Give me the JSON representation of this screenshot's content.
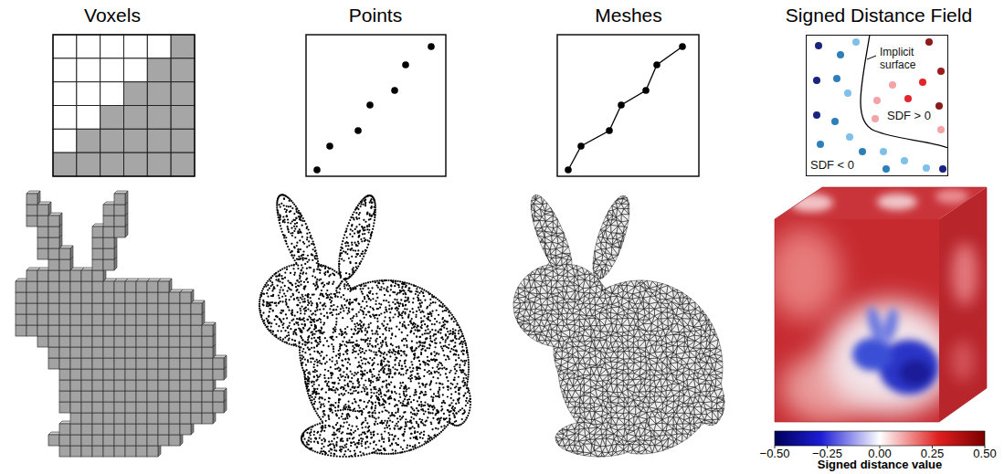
{
  "diagram": {
    "nodes": [
      {
        "text": [
          "Implicit surface",
          "SDF > 0",
          "SDF < 0"
        ]
      }
    ],
    "labels": [
      "Voxels",
      "Points",
      "Meshes",
      "Signed Distance Field",
      "−0.50",
      "−0.25",
      "0.00",
      "0.25",
      "0.50",
      "Signed distance value"
    ]
  }
}
